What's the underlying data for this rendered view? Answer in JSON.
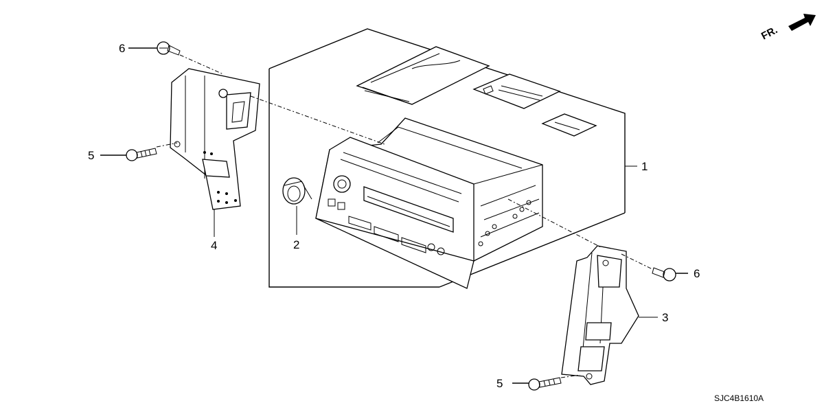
{
  "diagram": {
    "callouts": {
      "c1": "1",
      "c2": "2",
      "c3": "3",
      "c4": "4",
      "c5_left": "5",
      "c5_bottom": "5",
      "c6_top": "6",
      "c6_right": "6"
    },
    "direction_label": "FR.",
    "diagram_code": "SJC4B1610A"
  }
}
